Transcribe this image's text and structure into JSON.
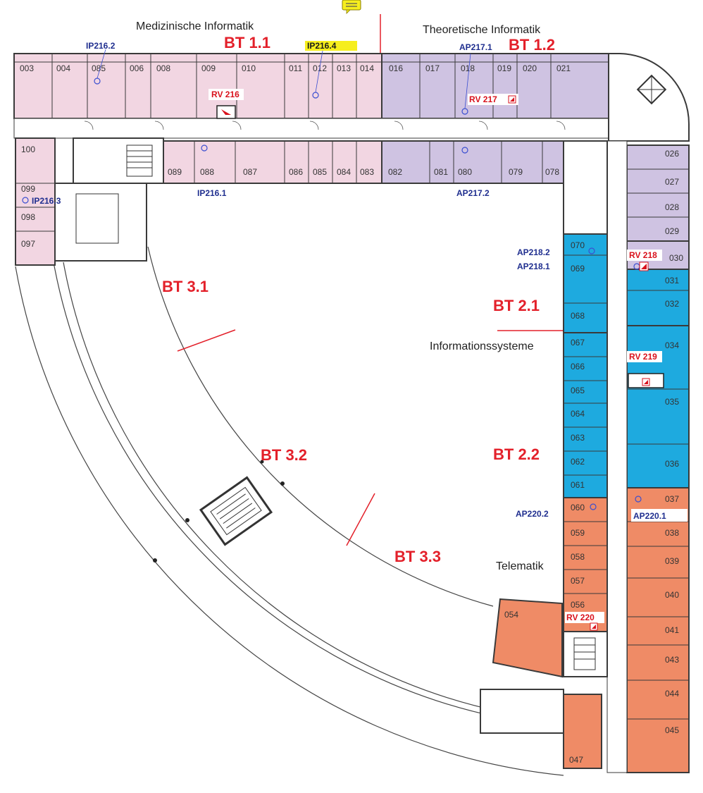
{
  "colors": {
    "pink": "#f2d6e2",
    "lavender": "#cfc3e2",
    "cyan": "#1eaadf",
    "salmon": "#ef8b66",
    "highlight": "#f6ee1e",
    "wall": "#3a3a3a",
    "section_red": "#e3202a",
    "ap_blue": "#1f2e8f"
  },
  "departments": {
    "medizin": "Medizinische Informatik",
    "theorie": "Theoretische Informatik",
    "infosys": "Informationssysteme",
    "telematik": "Telematik"
  },
  "sections": {
    "bt11": "BT 1.1",
    "bt12": "BT 1.2",
    "bt21": "BT 2.1",
    "bt22": "BT 2.2",
    "bt31": "BT 3.1",
    "bt32": "BT 3.2",
    "bt33": "BT 3.3"
  },
  "rooms": {
    "top": [
      "003",
      "004",
      "085",
      "006",
      "008",
      "009",
      "010",
      "011",
      "012",
      "013",
      "014",
      "016",
      "017",
      "018",
      "019",
      "020",
      "021"
    ],
    "inner_top": [
      "089",
      "088",
      "087",
      "086",
      "085",
      "084",
      "083",
      "082",
      "081",
      "080",
      "079",
      "078"
    ],
    "left": [
      "100",
      "099",
      "098",
      "097"
    ],
    "right_outer": [
      "026",
      "027",
      "028",
      "029",
      "030",
      "031",
      "032",
      "034",
      "035",
      "036",
      "037",
      "038",
      "039",
      "040",
      "041",
      "043",
      "044",
      "045"
    ],
    "right_inner": [
      "070",
      "069",
      "068",
      "067",
      "066",
      "065",
      "064",
      "063",
      "062",
      "061",
      "060",
      "059",
      "058",
      "057",
      "056"
    ],
    "bottom": [
      "054",
      "047"
    ]
  },
  "access_points": {
    "ip216_1": "IP216.1",
    "ip216_2": "IP216.2",
    "ip216_3": "IP216.3",
    "ip216_4": "IP216.4",
    "ap217_1": "AP217.1",
    "ap217_2": "AP217.2",
    "ap218_1": "AP218.1",
    "ap218_2": "AP218.2",
    "ap220_1": "AP220.1",
    "ap220_2": "AP220.2"
  },
  "racks": {
    "rv216": "RV 216",
    "rv217": "RV 217",
    "rv218": "RV 218",
    "rv219": "RV 219",
    "rv220": "RV 220"
  },
  "icons": {
    "note": "note-icon",
    "access_point": "access-point-icon",
    "rack": "rack-icon",
    "stairs": "stairs-icon"
  }
}
